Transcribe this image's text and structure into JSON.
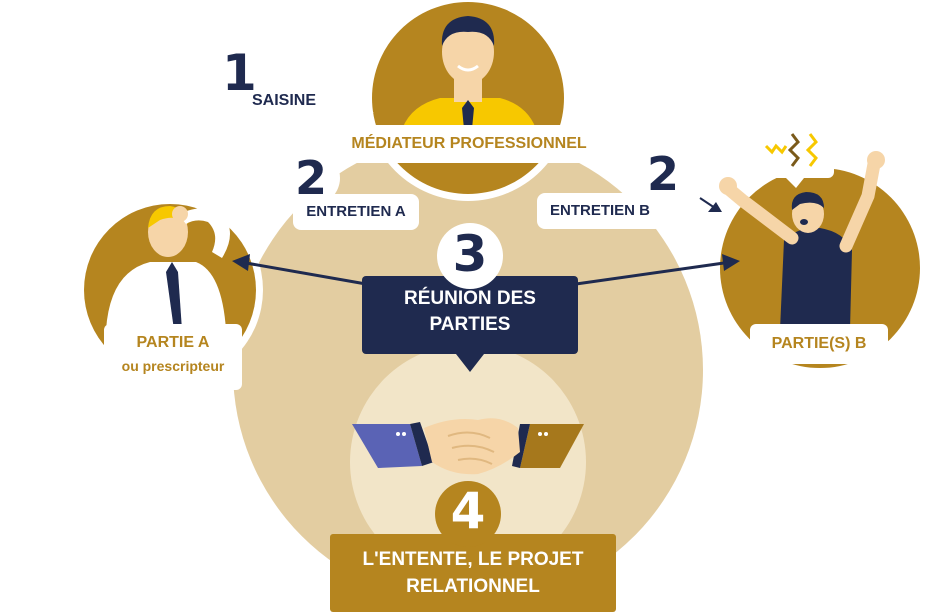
{
  "steps": {
    "step1": {
      "number": "1",
      "label": "SAISINE"
    },
    "step2a": {
      "number": "2",
      "label": "ENTRETIEN A"
    },
    "step2b": {
      "number": "2",
      "label": "ENTRETIEN B"
    },
    "step3": {
      "number": "3",
      "label_line1": "RÉUNION DES",
      "label_line2": "PARTIES"
    },
    "step4": {
      "number": "4",
      "label_line1": "L'ENTENTE, LE PROJET",
      "label_line2": "RELATIONNEL"
    }
  },
  "actors": {
    "mediator": {
      "label": "MÉDIATEUR PROFESSIONNEL"
    },
    "party_a": {
      "label_line1": "PARTIE A",
      "label_line2": "ou prescripteur"
    },
    "party_b": {
      "label": "PARTIE(S) B"
    }
  },
  "colors": {
    "gold": "#b5851f",
    "beige": "#e3cda1",
    "light_beige": "#f2e5c8",
    "navy": "#1f2a4f",
    "yellow_shirt": "#f7c800",
    "blue_sleeve": "#5a63b5",
    "skin": "#f6d5a8"
  },
  "icons": [
    "mediator-figure",
    "party-a-figure",
    "party-b-figure",
    "handshake-icon",
    "stress-scribbles-icon"
  ]
}
